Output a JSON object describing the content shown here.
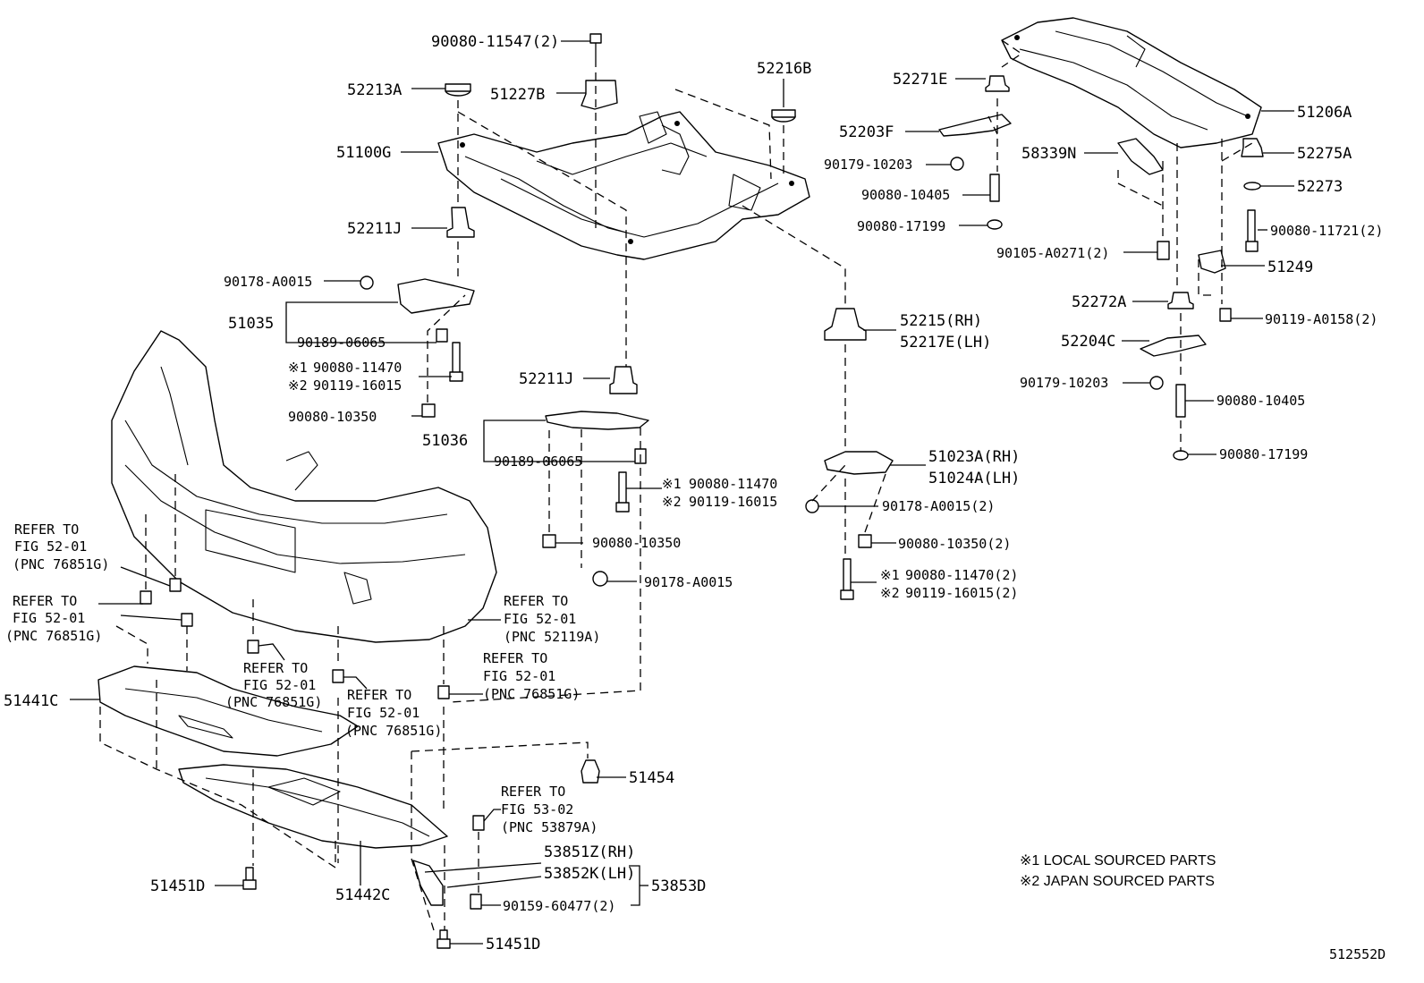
{
  "callouts": {
    "p90080_11547": "90080-11547(2)",
    "p52213A": "52213A",
    "p51227B": "51227B",
    "p52216B": "52216B",
    "p51100G": "51100G",
    "p52211J_top": "52211J",
    "p90178_A0015_left": "90178-A0015",
    "p51035": "51035",
    "p90189_06065_left": "90189-06065",
    "p90080_11470_left": "90080-11470",
    "p90119_16015_left": "90119-16015",
    "p90080_10350_left": "90080-10350",
    "p52211J_mid": "52211J",
    "p51036": "51036",
    "p90189_06065_mid": "90189-06065",
    "p90080_11470_mid": "90080-11470",
    "p90119_16015_mid": "90119-16015",
    "p90080_10350_mid": "90080-10350",
    "p90178_A0015_mid": "90178-A0015",
    "p52215_RH": "52215(RH)",
    "p52217E_LH": "52217E(LH)",
    "p51023A_RH": "51023A(RH)",
    "p51024A_LH": "51024A(LH)",
    "p90178_A0015_2": "90178-A0015(2)",
    "p90080_10350_2": "90080-10350(2)",
    "p90080_11470_2": "90080-11470(2)",
    "p90119_16015_2": "90119-16015(2)",
    "p52271E": "52271E",
    "p52203F": "52203F",
    "p90179_10203_top": "90179-10203",
    "p90080_10405_top": "90080-10405",
    "p90080_17199_top": "90080-17199",
    "p51206A": "51206A",
    "p58339N": "58339N",
    "p52275A": "52275A",
    "p52273": "52273",
    "p90080_11721_2": "90080-11721(2)",
    "p90105_A0271_2": "90105-A0271(2)",
    "p51249": "51249",
    "p52272A": "52272A",
    "p90119_A0158_2": "90119-A0158(2)",
    "p52204C": "52204C",
    "p90179_10203_bot": "90179-10203",
    "p90080_10405_bot": "90080-10405",
    "p90080_17199_bot": "90080-17199",
    "p51441C": "51441C",
    "p51454": "51454",
    "p51451D_left": "51451D",
    "p51442C": "51442C",
    "p53851Z_RH": "53851Z(RH)",
    "p53852K_LH": "53852K(LH)",
    "p53853D": "53853D",
    "p90159_60477_2": "90159-60477(2)",
    "p51451D_bot": "51451D"
  },
  "marks": {
    "m1": "※1",
    "m2": "※2"
  },
  "refers": {
    "r1": [
      "REFER TO",
      "FIG 52-01",
      "(PNC 76851G)"
    ],
    "r2": [
      "REFER TO",
      "FIG 52-01",
      "(PNC 76851G)"
    ],
    "r3": [
      "REFER TO",
      "FIG 52-01",
      "(PNC 52119A)"
    ],
    "r4": [
      "REFER TO",
      "FIG 52-01",
      "(PNC 76851G)"
    ],
    "r5": [
      "REFER TO",
      "FIG 52-01",
      "(PNC 76851G)"
    ],
    "r6": [
      "REFER TO",
      "FIG 52-01",
      "(PNC 76851G)"
    ],
    "r7": [
      "REFER TO",
      "FIG 53-02",
      "(PNC 53879A)"
    ]
  },
  "notes": {
    "local": "※1 LOCAL SOURCED PARTS",
    "japan": "※2 JAPAN SOURCED PARTS"
  },
  "diagram_id": "512552D"
}
